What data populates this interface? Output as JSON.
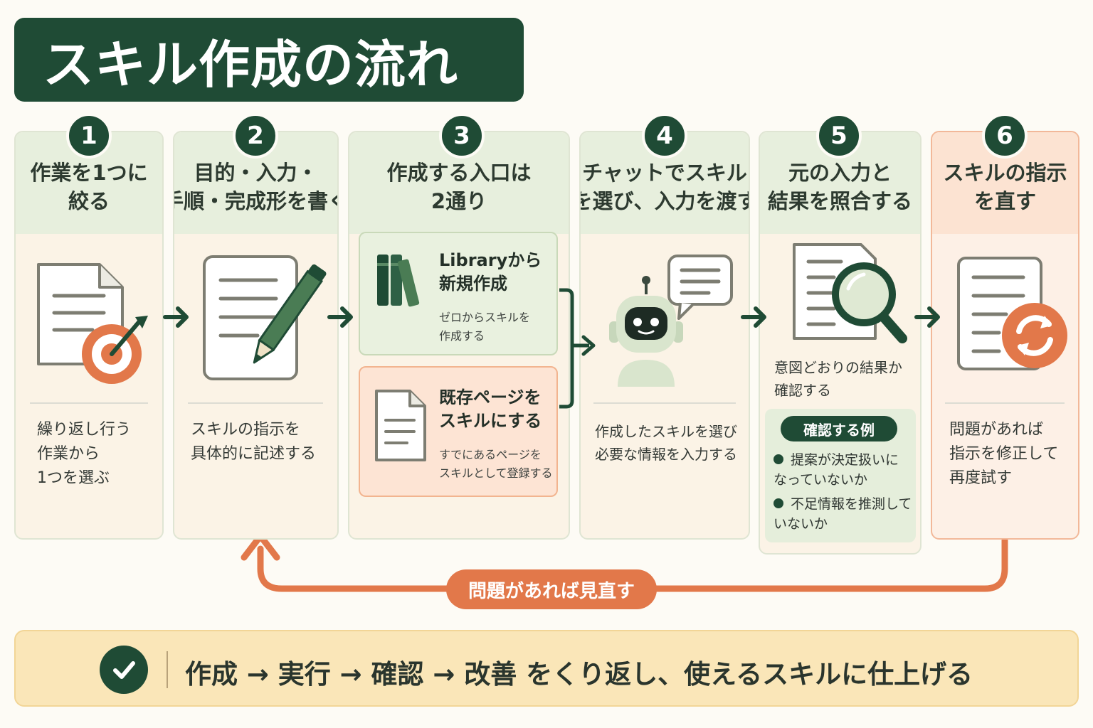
{
  "title": "スキル作成の流れ",
  "steps": [
    {
      "number": "1",
      "title": [
        "作業を1つに",
        "絞る"
      ],
      "desc": [
        "繰り返し行う",
        "作業から",
        "1つを選ぶ"
      ]
    },
    {
      "number": "2",
      "title": [
        "目的・入力・",
        "手順・完成形を書く"
      ],
      "desc": [
        "スキルの指示を",
        "具体的に記述する"
      ]
    },
    {
      "number": "3",
      "title": [
        "作成する入口は",
        "2通り"
      ],
      "options": [
        {
          "title": [
            "Libraryから",
            "新規作成"
          ],
          "desc": [
            "ゼロからスキルを",
            "作成する"
          ]
        },
        {
          "title": [
            "既存ページを",
            "スキルにする"
          ],
          "desc": [
            "すでにあるページを",
            "スキルとして登録する"
          ]
        }
      ]
    },
    {
      "number": "4",
      "title": [
        "チャットでスキル",
        "を選び、入力を渡す"
      ],
      "desc": [
        "作成したスキルを選び",
        "必要な情報を入力する"
      ]
    },
    {
      "number": "5",
      "title": [
        "元の入力と",
        "結果を照合する"
      ],
      "desc": [
        "意図どおりの結果か",
        "確認する"
      ],
      "examples": {
        "label": "確認する例",
        "items": [
          [
            "提案が決定扱いに",
            "なっていないか"
          ],
          [
            "不足情報を推測して",
            "いないか"
          ]
        ]
      }
    },
    {
      "number": "6",
      "title": [
        "スキルの指示",
        "を直す"
      ],
      "desc": [
        "問題があれば",
        "指示を修正して",
        "再度試す"
      ]
    }
  ],
  "loop_label": "問題があれば見直す",
  "banner": "作成 → 実行 → 確認 → 改善 をくり返し、使えるスキルに仕上げる",
  "icons": {
    "step1": "document-target-icon",
    "step2": "document-pencil-icon",
    "step3a": "books-icon",
    "step3b": "document-icon",
    "step4": "robot-chat-icon",
    "step5": "document-magnifier-icon",
    "step6": "document-refresh-icon",
    "banner": "check-icon"
  },
  "colors": {
    "primary": "#1f4b35",
    "accent": "#e2784a",
    "banner_bg": "#fae6b8"
  }
}
